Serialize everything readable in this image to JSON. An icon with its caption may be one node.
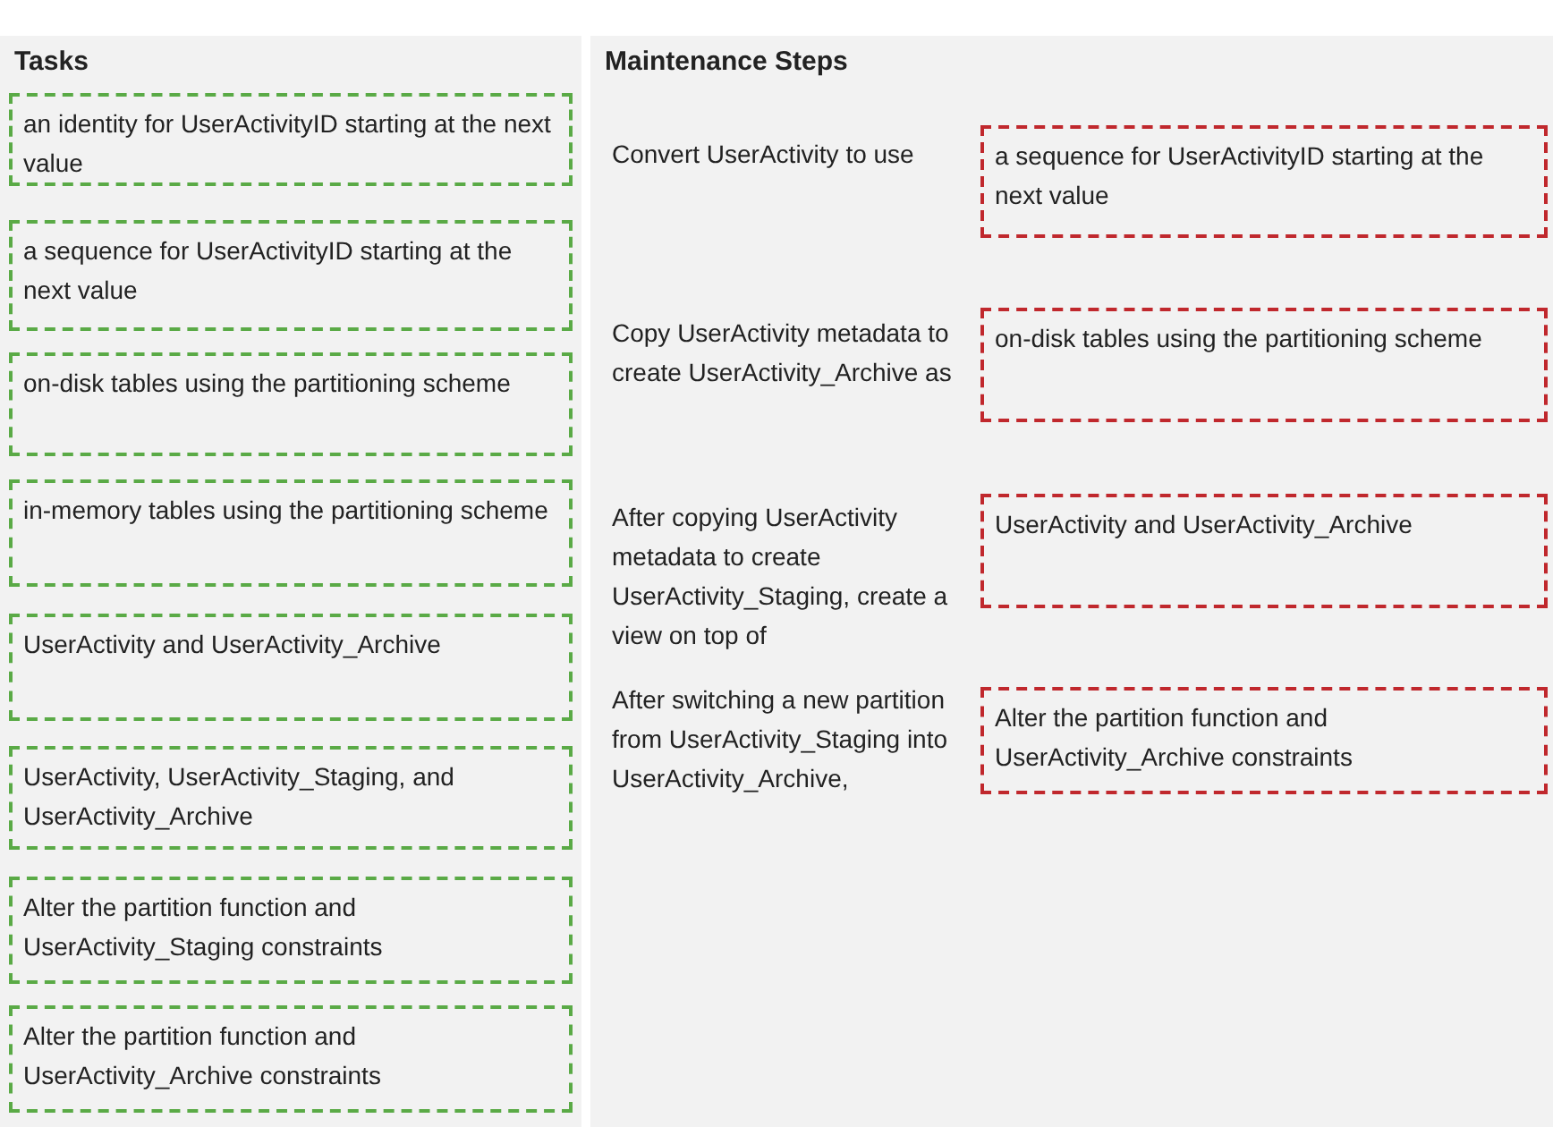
{
  "diagram": {
    "nodes": [
      {
        "text": [
          "Tasks"
        ]
      },
      {
        "text": [
          "an identity for UserActivityID starting at the next value"
        ],
        "in": 0
      },
      {
        "text": [
          "a sequence for UserActivityID starting at the next value"
        ],
        "in": 0
      },
      {
        "text": [
          "on-disk tables using the partitioning scheme"
        ],
        "in": 0
      },
      {
        "text": [
          "in-memory tables using the partitioning scheme"
        ],
        "in": 0
      },
      {
        "text": [
          "UserActivity and UserActivity_Archive"
        ],
        "in": 0
      },
      {
        "text": [
          "UserActivity, UserActivity_Staging, and UserActivity_Archive"
        ],
        "in": 0
      },
      {
        "text": [
          "Alter the partition function and UserActivity_Staging constraints"
        ],
        "in": 0
      },
      {
        "text": [
          "Alter the partition function and UserActivity_Archive constraints"
        ],
        "in": 0
      },
      {
        "text": [
          "Maintenance Steps"
        ]
      },
      {
        "text": [
          "a sequence for UserActivityID starting at the next value"
        ],
        "in": 9
      },
      {
        "text": [
          "on-disk tables using the partitioning scheme"
        ],
        "in": 9
      },
      {
        "text": [
          "UserActivity and UserActivity_Archive"
        ],
        "in": 9
      },
      {
        "text": [
          "Alter the partition function and UserActivity_Archive constraints"
        ],
        "in": 9
      }
    ],
    "labels": [
      "Convert UserActivity to use",
      "Copy UserActivity metadata to create UserActivity_Archive as",
      "After copying UserActivity metadata to create UserActivity_Staging, create a view on top of",
      "After switching a new partition from UserActivity_Staging into UserActivity_Archive,"
    ]
  }
}
